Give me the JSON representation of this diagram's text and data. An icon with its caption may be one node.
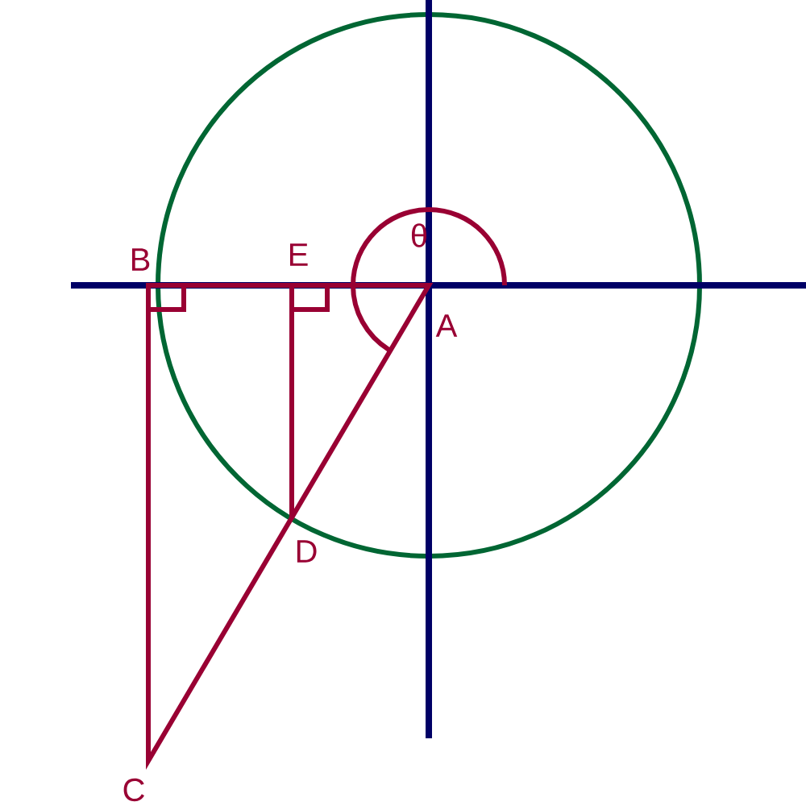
{
  "diagram": {
    "labels": [
      "B",
      "E",
      "θ",
      "A",
      "D",
      "C"
    ]
  }
}
